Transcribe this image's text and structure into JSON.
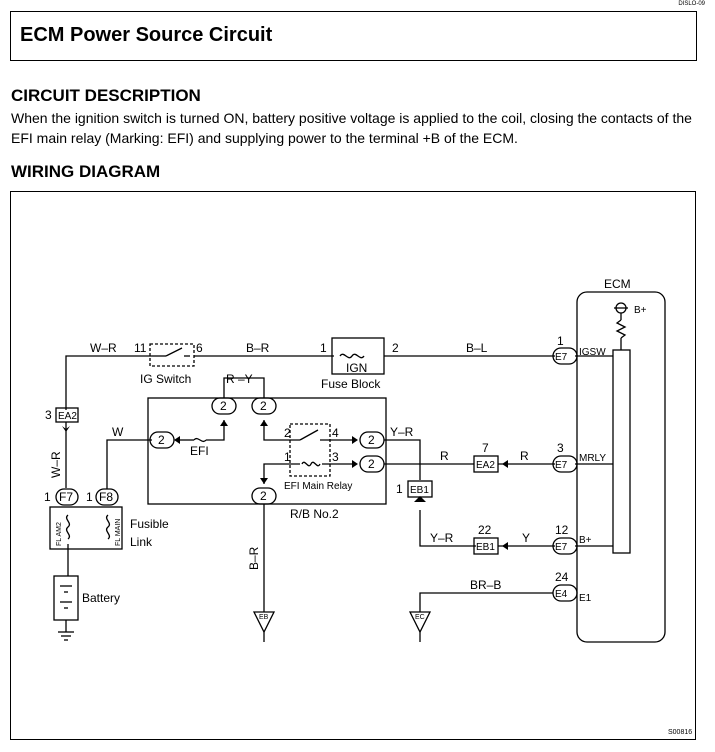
{
  "page_code": "DISLO-09",
  "title": "ECM Power Source Circuit",
  "circuit_heading": "CIRCUIT DESCRIPTION",
  "circuit_text": "When the ignition switch is turned ON, battery positive voltage is applied to the coil, closing the contacts of the EFI main relay (Marking: EFI) and supplying power to the terminal +B of the ECM.",
  "wiring_heading": "WIRING DIAGRAM",
  "figure_id": "S00816",
  "diagram": {
    "ecm_label": "ECM",
    "ecm_bplus_supply": "B+",
    "ig_switch": "IG Switch",
    "fuse_block": "Fuse Block",
    "ign": "IGN",
    "efi": "EFI",
    "efi_main_relay": "EFI Main Relay",
    "rb_no2": "R/B No.2",
    "fusible_link_1": "Fusible",
    "fusible_link_2": "Link",
    "battery": "Battery",
    "fl_am2": "FL AM2",
    "fl_main": "FL MAIN",
    "wires": {
      "w_r": "W–R",
      "w_r_vertical": "W–R",
      "b_r": "B–R",
      "b_l": "B–L",
      "r_y": "R –Y",
      "w": "W",
      "y_r": "Y–R",
      "r": "R",
      "r2": "R",
      "y": "Y",
      "y_r2": "Y–R",
      "br_b": "BR–B",
      "b_r_vertical": "B–R"
    },
    "pins": {
      "ig_11": "11",
      "ig_6": "6",
      "fb_1": "1",
      "fb_2": "2",
      "ea2_3": "3",
      "f7_1": "1",
      "f8_1": "1",
      "relay_2": "2",
      "relay_4": "4",
      "relay_1": "1",
      "relay_3": "3",
      "ea2_7": "7",
      "eb1_1": "1",
      "eb1_22": "22",
      "ecm_1": "1",
      "ecm_3": "3",
      "ecm_12": "12",
      "ecm_24": "24",
      "two": "2"
    },
    "connectors": {
      "ea2_left": "EA2",
      "f7": "F7",
      "f8": "F8",
      "ea2_mid": "EA2",
      "eb1_upper": "EB1",
      "eb1_lower": "EB1",
      "e7_igsw": "E7",
      "e7_mrly": "E7",
      "e7_bplus": "E7",
      "e4": "E4"
    },
    "ecm_terminals": {
      "igsw": "IGSW",
      "mrly": "MRLY",
      "bplus": "B+",
      "e1": "E1"
    },
    "grounds": {
      "eb": "EB",
      "ec": "EC"
    }
  }
}
